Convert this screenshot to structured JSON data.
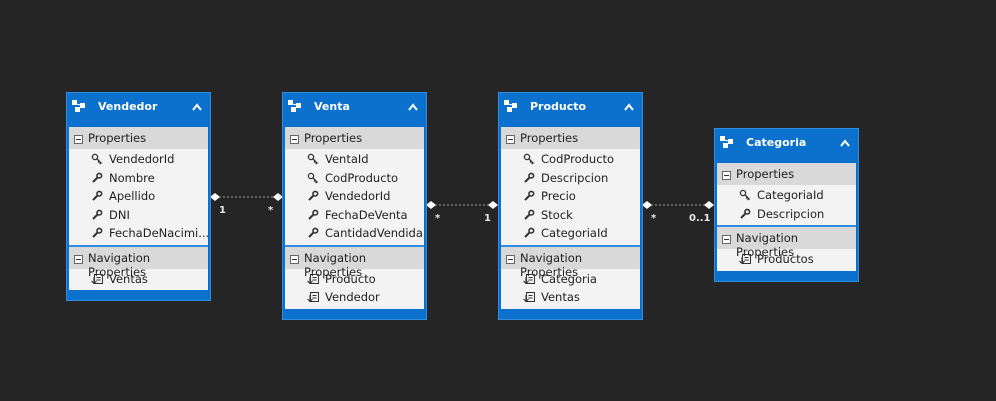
{
  "diagram": {
    "entities": [
      {
        "id": "vendedor",
        "name": "Vendedor",
        "section_properties": "Properties",
        "section_navigation": "Navigation Properties",
        "properties": [
          {
            "name": "VendedorId",
            "icon": "key-icon"
          },
          {
            "name": "Nombre",
            "icon": "wrench-icon"
          },
          {
            "name": "Apellido",
            "icon": "wrench-icon"
          },
          {
            "name": "DNI",
            "icon": "wrench-icon"
          },
          {
            "name": "FechaDeNacimi...",
            "icon": "wrench-icon"
          }
        ],
        "navigation": [
          {
            "name": "Ventas",
            "icon": "navigation-icon"
          }
        ]
      },
      {
        "id": "venta",
        "name": "Venta",
        "section_properties": "Properties",
        "section_navigation": "Navigation Properties",
        "properties": [
          {
            "name": "VentaId",
            "icon": "key-icon"
          },
          {
            "name": "CodProducto",
            "icon": "key-icon"
          },
          {
            "name": "VendedorId",
            "icon": "wrench-icon"
          },
          {
            "name": "FechaDeVenta",
            "icon": "wrench-icon"
          },
          {
            "name": "CantidadVendida",
            "icon": "wrench-icon"
          }
        ],
        "navigation": [
          {
            "name": "Producto",
            "icon": "navigation-icon"
          },
          {
            "name": "Vendedor",
            "icon": "navigation-icon"
          }
        ]
      },
      {
        "id": "producto",
        "name": "Producto",
        "section_properties": "Properties",
        "section_navigation": "Navigation Properties",
        "properties": [
          {
            "name": "CodProducto",
            "icon": "key-icon"
          },
          {
            "name": "Descripcion",
            "icon": "wrench-icon"
          },
          {
            "name": "Precio",
            "icon": "wrench-icon"
          },
          {
            "name": "Stock",
            "icon": "wrench-icon"
          },
          {
            "name": "CategoriaId",
            "icon": "wrench-icon"
          }
        ],
        "navigation": [
          {
            "name": "Categoria",
            "icon": "navigation-icon"
          },
          {
            "name": "Ventas",
            "icon": "navigation-icon"
          }
        ]
      },
      {
        "id": "categoria",
        "name": "Categoria",
        "section_properties": "Properties",
        "section_navigation": "Navigation Properties",
        "properties": [
          {
            "name": "CategoriaId",
            "icon": "key-icon"
          },
          {
            "name": "Descripcion",
            "icon": "wrench-icon"
          }
        ],
        "navigation": [
          {
            "name": "Productos",
            "icon": "navigation-icon"
          }
        ]
      }
    ],
    "associations": [
      {
        "from": "vendedor",
        "to": "venta",
        "from_mult": "1",
        "to_mult": "*"
      },
      {
        "from": "venta",
        "to": "producto",
        "from_mult": "*",
        "to_mult": "1"
      },
      {
        "from": "producto",
        "to": "categoria",
        "from_mult": "*",
        "to_mult": "0..1"
      }
    ],
    "colors": {
      "background": "#252526",
      "entity_header": "#0c71cc",
      "section": "#d9d9d9",
      "item_bg": "#f3f3f3",
      "connector": "#9a9a9a"
    }
  }
}
